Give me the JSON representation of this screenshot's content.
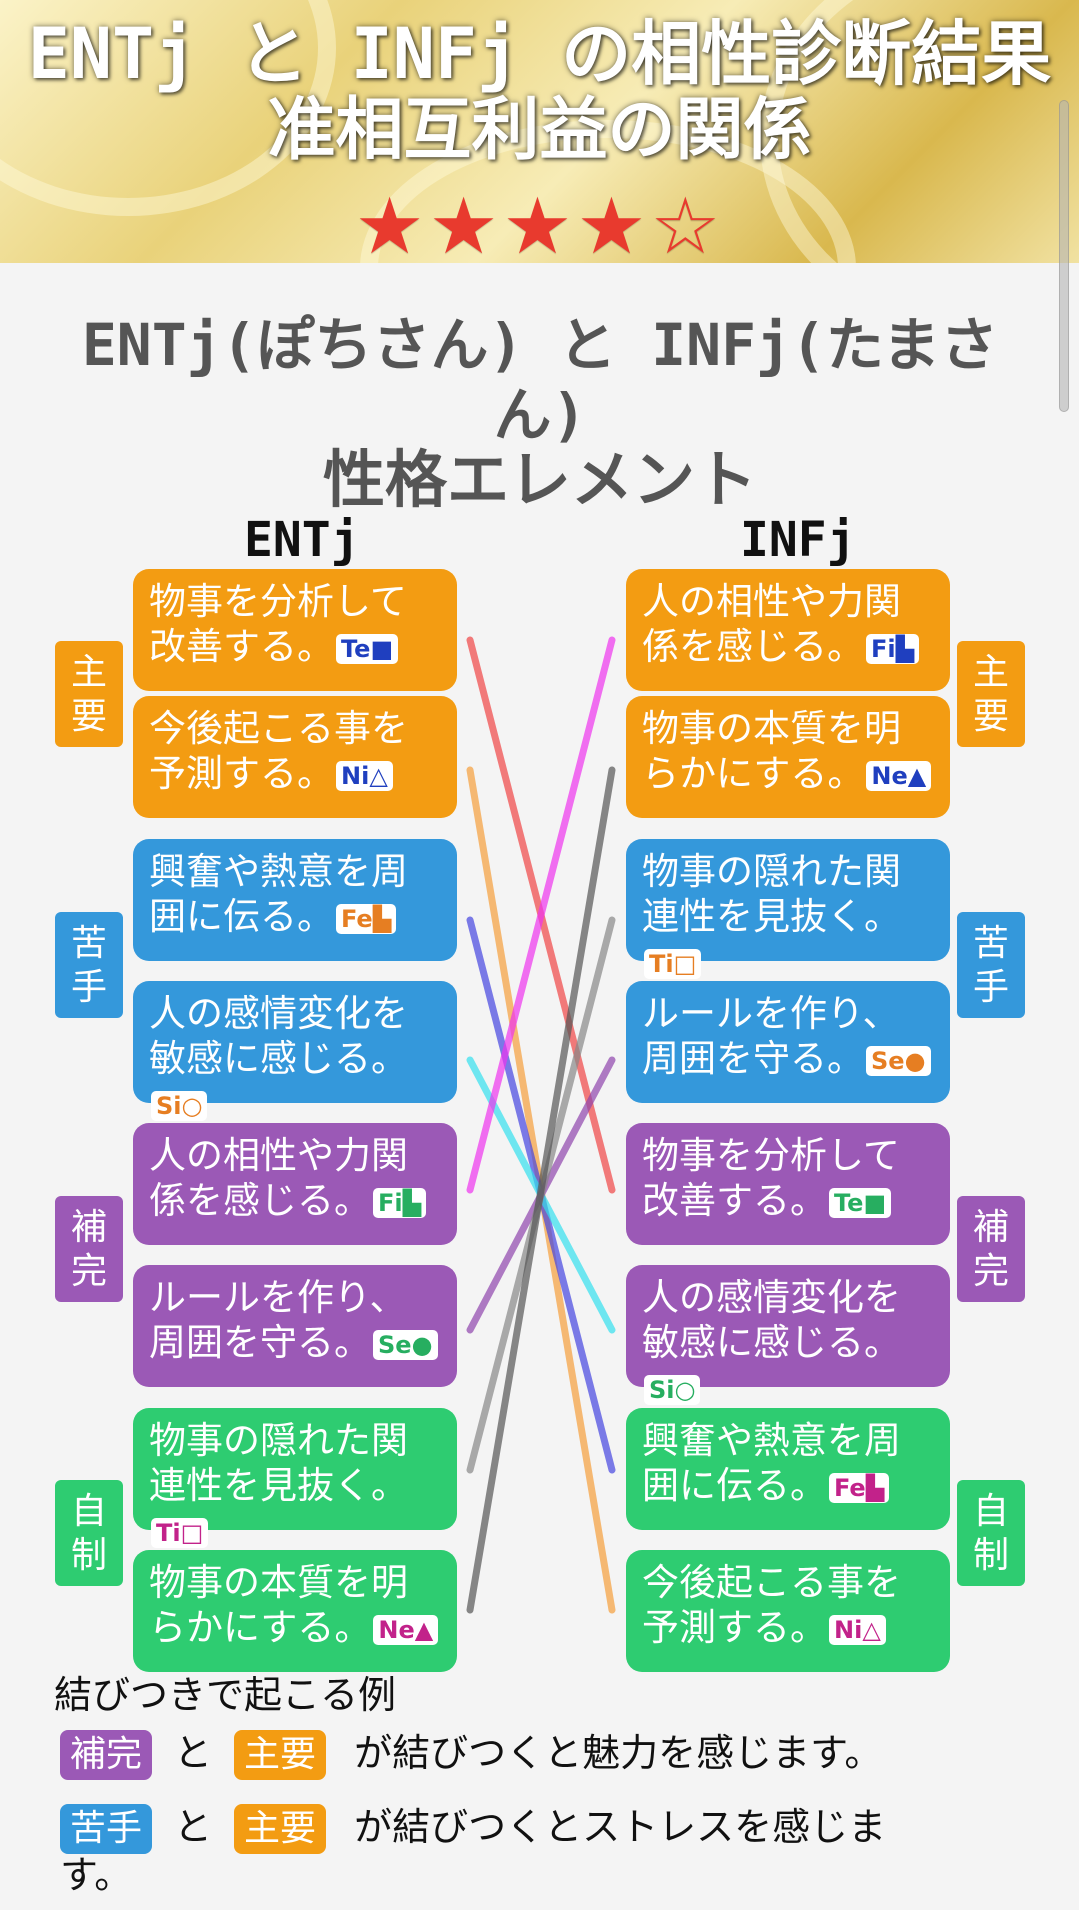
{
  "banner": {
    "title": "ENTj と INFj の相性診断結果",
    "relation": "准相互利益の関係",
    "stars": "★★★★☆"
  },
  "heading": {
    "pair": "ENTj(ぽちさん) と INFj(たまさん)",
    "subtitle": "性格エレメント"
  },
  "columns": {
    "left": "ENTj",
    "right": "INFj"
  },
  "group_labels": {
    "main": "主要",
    "weak": "苦手",
    "complement": "補完",
    "restraint": "自制"
  },
  "colors": {
    "main": "#f39c12",
    "weak": "#3498db",
    "complement": "#9b59b6",
    "restraint": "#2ecc71"
  },
  "left_cards": [
    {
      "text": "物事を分析して改善する。",
      "tag": "Te■"
    },
    {
      "text": "今後起こる事を予測する。",
      "tag": "Ni△"
    },
    {
      "text": "興奮や熱意を周囲に伝る。",
      "tag": "Fe▙"
    },
    {
      "text": "人の感情変化を敏感に感じる。",
      "tag": "Si○"
    },
    {
      "text": "人の相性や力関係を感じる。",
      "tag": "Fi▙"
    },
    {
      "text": "ルールを作り、周囲を守る。",
      "tag": "Se●"
    },
    {
      "text": "物事の隠れた関連性を見抜く。",
      "tag": "Ti□"
    },
    {
      "text": "物事の本質を明らかにする。",
      "tag": "Ne▲"
    }
  ],
  "right_cards": [
    {
      "text": "人の相性や力関係を感じる。",
      "tag": "Fi▙"
    },
    {
      "text": "物事の本質を明らかにする。",
      "tag": "Ne▲"
    },
    {
      "text": "物事の隠れた関連性を見抜く。",
      "tag": "Ti□"
    },
    {
      "text": "ルールを作り、周囲を守る。",
      "tag": "Se●"
    },
    {
      "text": "物事を分析して改善する。",
      "tag": "Te■"
    },
    {
      "text": "人の感情変化を敏感に感じる。",
      "tag": "Si○"
    },
    {
      "text": "興奮や熱意を周囲に伝る。",
      "tag": "Fe▙"
    },
    {
      "text": "今後起こる事を予測する。",
      "tag": "Ni△"
    }
  ],
  "connections": [
    {
      "from": 0,
      "to": 4,
      "color": "#ef4444"
    },
    {
      "from": 1,
      "to": 7,
      "color": "#f59e3b"
    },
    {
      "from": 2,
      "to": 6,
      "color": "#4444e0"
    },
    {
      "from": 3,
      "to": 5,
      "color": "#33e0ee"
    },
    {
      "from": 4,
      "to": 0,
      "color": "#ee33ee"
    },
    {
      "from": 5,
      "to": 3,
      "color": "#8e44ad"
    },
    {
      "from": 6,
      "to": 2,
      "color": "#888888"
    },
    {
      "from": 7,
      "to": 1,
      "color": "#555555"
    }
  ],
  "examples": {
    "title": "結びつきで起こる例",
    "connector": "と",
    "ex1_a": "補完",
    "ex1_b": "主要",
    "ex1_text": "が結びつくと魅力を感じます。",
    "ex2_a": "苦手",
    "ex2_b": "主要",
    "ex2_text_1": "が結びつくとストレスを感じま",
    "ex2_text_2": "す。"
  }
}
